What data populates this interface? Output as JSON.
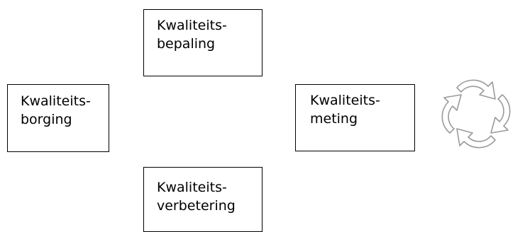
{
  "diagram": {
    "boxes": {
      "bepaling": {
        "line1": "Kwaliteits-",
        "line2": "bepaling"
      },
      "borging": {
        "line1": "Kwaliteits-",
        "line2": "borging"
      },
      "meting": {
        "line1": "Kwaliteits-",
        "line2": "meting"
      },
      "verbetering": {
        "line1": "Kwaliteits-",
        "line2": "verbetering"
      }
    },
    "icon": "cycle-arrows-icon"
  }
}
